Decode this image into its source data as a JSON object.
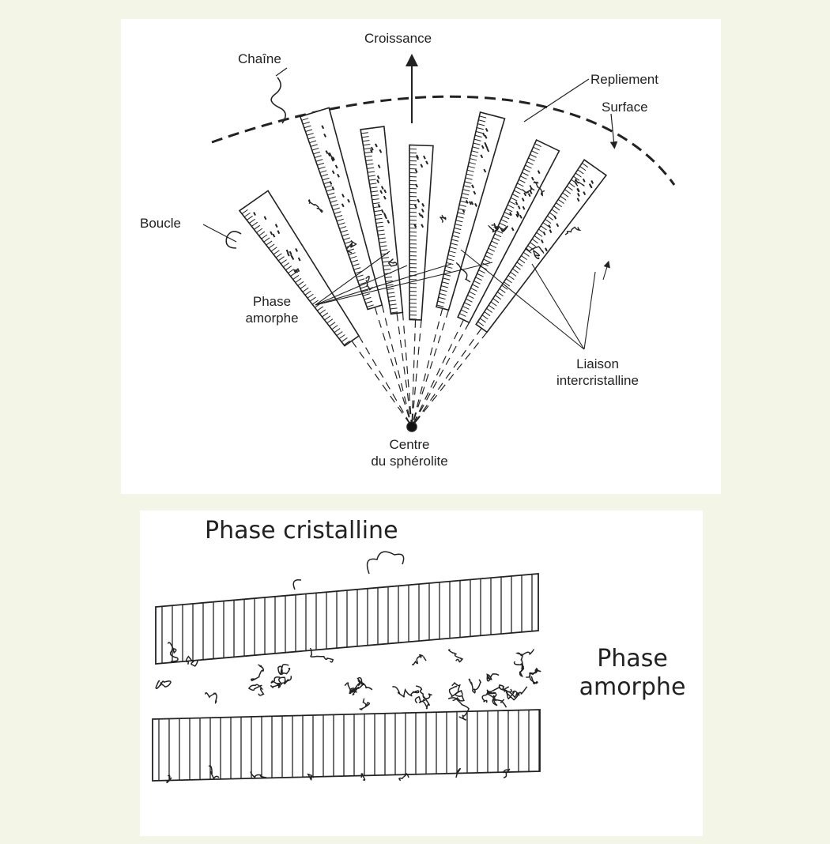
{
  "top_diagram": {
    "labels": {
      "growth": "Croissance",
      "chain": "Chaîne",
      "fold": "Repliement",
      "surface": "Surface",
      "loop": "Boucle",
      "amorphous_line1": "Phase",
      "amorphous_line2": "amorphe",
      "link_line1": "Liaison",
      "link_line2": "intercristalline",
      "center_line1": "Centre",
      "center_line2": "du sphérolite"
    }
  },
  "bottom_diagram": {
    "labels": {
      "crystalline": "Phase cristalline",
      "amorphous_line1": "Phase",
      "amorphous_line2": "amorphe"
    }
  }
}
